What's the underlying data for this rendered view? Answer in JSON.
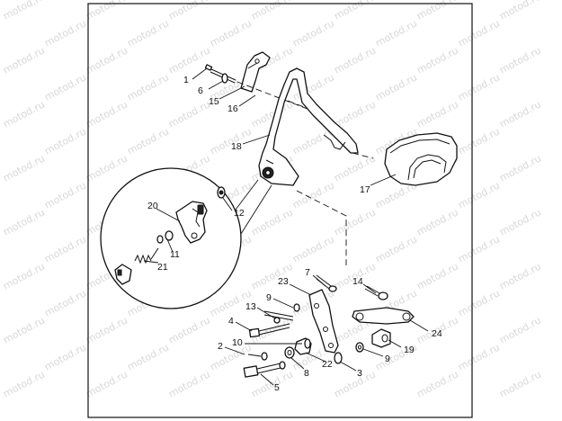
{
  "watermark": {
    "text": "motod.ru"
  },
  "callouts": [
    {
      "id": "c1",
      "label": "1"
    },
    {
      "id": "c6",
      "label": "6"
    },
    {
      "id": "c15",
      "label": "15"
    },
    {
      "id": "c16",
      "label": "16"
    },
    {
      "id": "c18",
      "label": "18"
    },
    {
      "id": "c17",
      "label": "17"
    },
    {
      "id": "c20",
      "label": "20"
    },
    {
      "id": "c12",
      "label": "12"
    },
    {
      "id": "c11",
      "label": "11"
    },
    {
      "id": "c21",
      "label": "21"
    },
    {
      "id": "c7",
      "label": "7"
    },
    {
      "id": "c14",
      "label": "14"
    },
    {
      "id": "c23",
      "label": "23"
    },
    {
      "id": "c9a",
      "label": "9"
    },
    {
      "id": "c13",
      "label": "13"
    },
    {
      "id": "c4",
      "label": "4"
    },
    {
      "id": "c10",
      "label": "10"
    },
    {
      "id": "c24",
      "label": "24"
    },
    {
      "id": "c2",
      "label": "2"
    },
    {
      "id": "c19",
      "label": "19"
    },
    {
      "id": "c9b",
      "label": "9"
    },
    {
      "id": "c8",
      "label": "8"
    },
    {
      "id": "c22",
      "label": "22"
    },
    {
      "id": "c3",
      "label": "3"
    },
    {
      "id": "c5",
      "label": "5"
    }
  ]
}
